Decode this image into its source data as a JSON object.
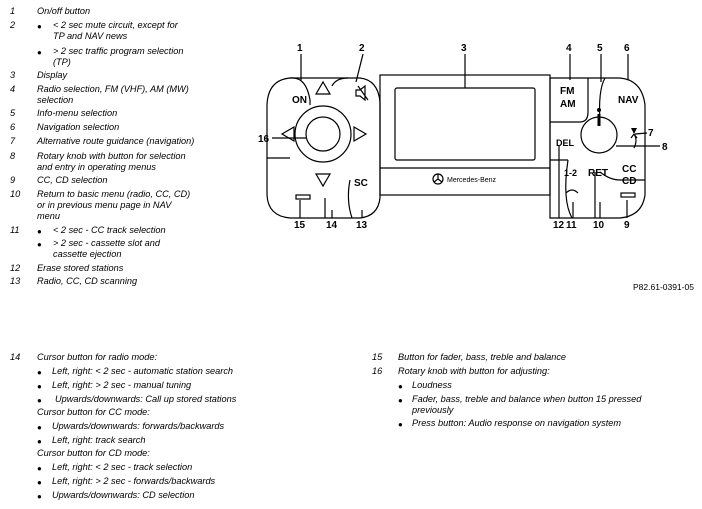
{
  "legend_top": [
    {
      "num": "1",
      "text": "On/off button"
    },
    {
      "num": "2",
      "bullets": [
        "< 2 sec mute circuit, except for",
        "TP and NAV news",
        "> 2 sec traffic program selection",
        "(TP)"
      ]
    },
    {
      "num": "3",
      "text": "Display"
    },
    {
      "num": "4",
      "lines": [
        "Radio selection, FM (VHF), AM (MW)",
        "selection"
      ]
    },
    {
      "num": "5",
      "text": "Info-menu selection"
    },
    {
      "num": "6",
      "text": "Navigation selection"
    },
    {
      "num": "7",
      "text": "Alternative route guidance (navigation)"
    },
    {
      "num": "8",
      "lines": [
        "Rotary knob with button for selection",
        "and entry in operating menus"
      ]
    },
    {
      "num": "9",
      "text": "CC, CD selection"
    },
    {
      "num": "10",
      "lines": [
        "Return to basic menu (radio, CC, CD)",
        "or in previous menu page in NAV",
        "menu"
      ]
    },
    {
      "num": "11",
      "bullets": [
        "< 2 sec - CC track selection",
        "> 2 sec - cassette slot and",
        "cassette ejection"
      ]
    },
    {
      "num": "12",
      "text": "Erase stored stations"
    },
    {
      "num": "13",
      "text": "Radio, CC, CD scanning"
    }
  ],
  "diagram": {
    "callouts": [
      "1",
      "2",
      "3",
      "4",
      "5",
      "6",
      "7",
      "8",
      "9",
      "10",
      "11",
      "12",
      "13",
      "14",
      "15",
      "16"
    ],
    "buttons": {
      "on": "ON",
      "fm": "FM",
      "am": "AM",
      "nav": "NAV",
      "del": "DEL",
      "ret": "RET",
      "sc": "SC",
      "cc": "CC",
      "cd": "CD",
      "one_two": "1-2",
      "info": "i"
    },
    "brand": "Mercedes-Benz"
  },
  "part_number": "P82.61-0391-05",
  "legend_bottom_left": {
    "num": "14",
    "heading": "Cursor button for radio mode:",
    "radio": [
      "Left, right: < 2 sec - automatic station search",
      "Left, right: > 2 sec - manual tuning",
      "Upwards/downwards: Call up stored stations"
    ],
    "cc_heading": "Cursor button for CC mode:",
    "cc": [
      "Upwards/downwards: forwards/backwards",
      "Left, right: track search"
    ],
    "cd_heading": "Cursor button for CD mode:",
    "cd": [
      "Left, right: < 2 sec - track selection",
      "Left, right: > 2 sec - forwards/backwards",
      "Upwards/downwards: CD selection"
    ]
  },
  "legend_bottom_right": {
    "item15": {
      "num": "15",
      "text": "Button for fader, bass, treble and balance"
    },
    "item16": {
      "num": "16",
      "text": "Rotary knob with button for adjusting:",
      "bullets": [
        "Loudness",
        "Fader, bass, treble and balance when button 15 pressed",
        "previously",
        "Press button: Audio response on navigation system"
      ]
    }
  }
}
